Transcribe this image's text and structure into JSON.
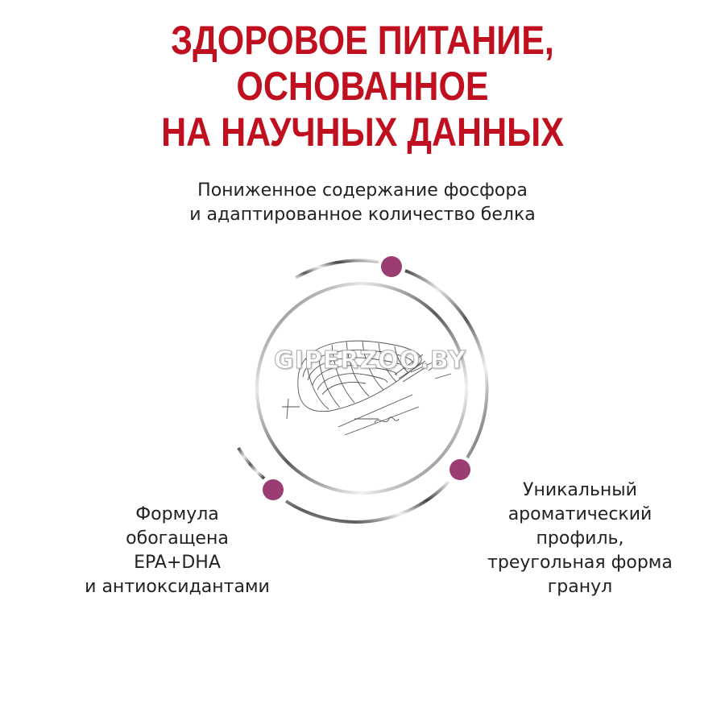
{
  "headline": {
    "lines": [
      "ЗДОРОВОЕ ПИТАНИЕ, ОСНОВАННОЕ",
      "НА НАУЧНЫХ ДАННЫХ"
    ],
    "color": "#c0101f"
  },
  "benefits": [
    {
      "position": "top",
      "lines": [
        "Пониженное содержание фосфора",
        "и адаптированное количество белка"
      ]
    },
    {
      "position": "bottom-right",
      "lines": [
        "Уникальный",
        "ароматический",
        "профиль,",
        "треугольная форма",
        "гранул"
      ]
    },
    {
      "position": "bottom-left",
      "lines": [
        "Формула",
        "обогащена",
        "EPA+DHA",
        "и антиоксидантами"
      ]
    }
  ],
  "emblem": {
    "illustration": "kibble-sketch",
    "dot_color": "#9b3c72",
    "ring_color": "#8a8a8a"
  },
  "watermark": {
    "text": "GIPERZOO.BY"
  }
}
